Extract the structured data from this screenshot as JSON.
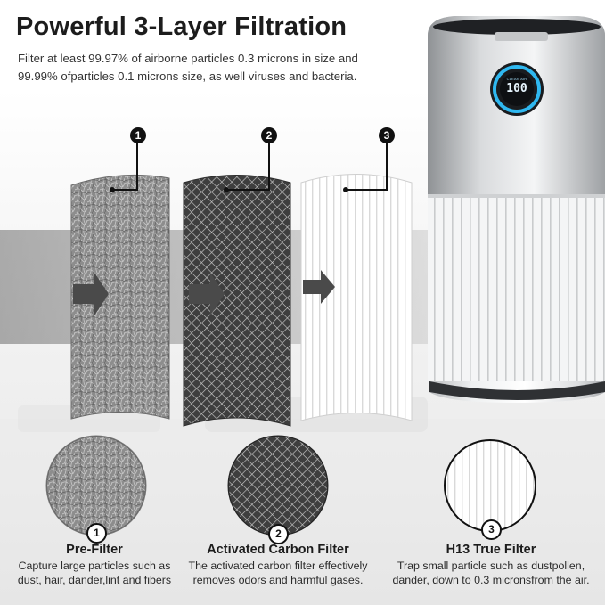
{
  "header": {
    "title": "Powerful 3-Layer Filtration",
    "subtitle_line1": "Filter at least 99.97% of airborne particles 0.3 microns in size and",
    "subtitle_line2": "99.99% ofparticles 0.1 microns size, as well viruses and bacteria."
  },
  "device": {
    "display_value": "100",
    "display_caption": "CLEAN AIR"
  },
  "layers": [
    {
      "number": "1",
      "name": "Pre-Filter",
      "desc_line1": "Capture large particles such as",
      "desc_line2": "dust, hair, dander,lint and fibers"
    },
    {
      "number": "2",
      "name": "Activated Carbon Filter",
      "desc_line1": "The activated carbon filter effectively",
      "desc_line2": "removes odors and harmful gases."
    },
    {
      "number": "3",
      "name": "H13 True Filter",
      "desc_line1": "Trap small particle such as dustpollen,",
      "desc_line2": "dander, down to 0.3 micronsfrom the air."
    }
  ],
  "colors": {
    "accent_blue": "#2fb8f0",
    "dark_text": "#1c1c1c",
    "arrow_gray": "#4a4a4a"
  }
}
